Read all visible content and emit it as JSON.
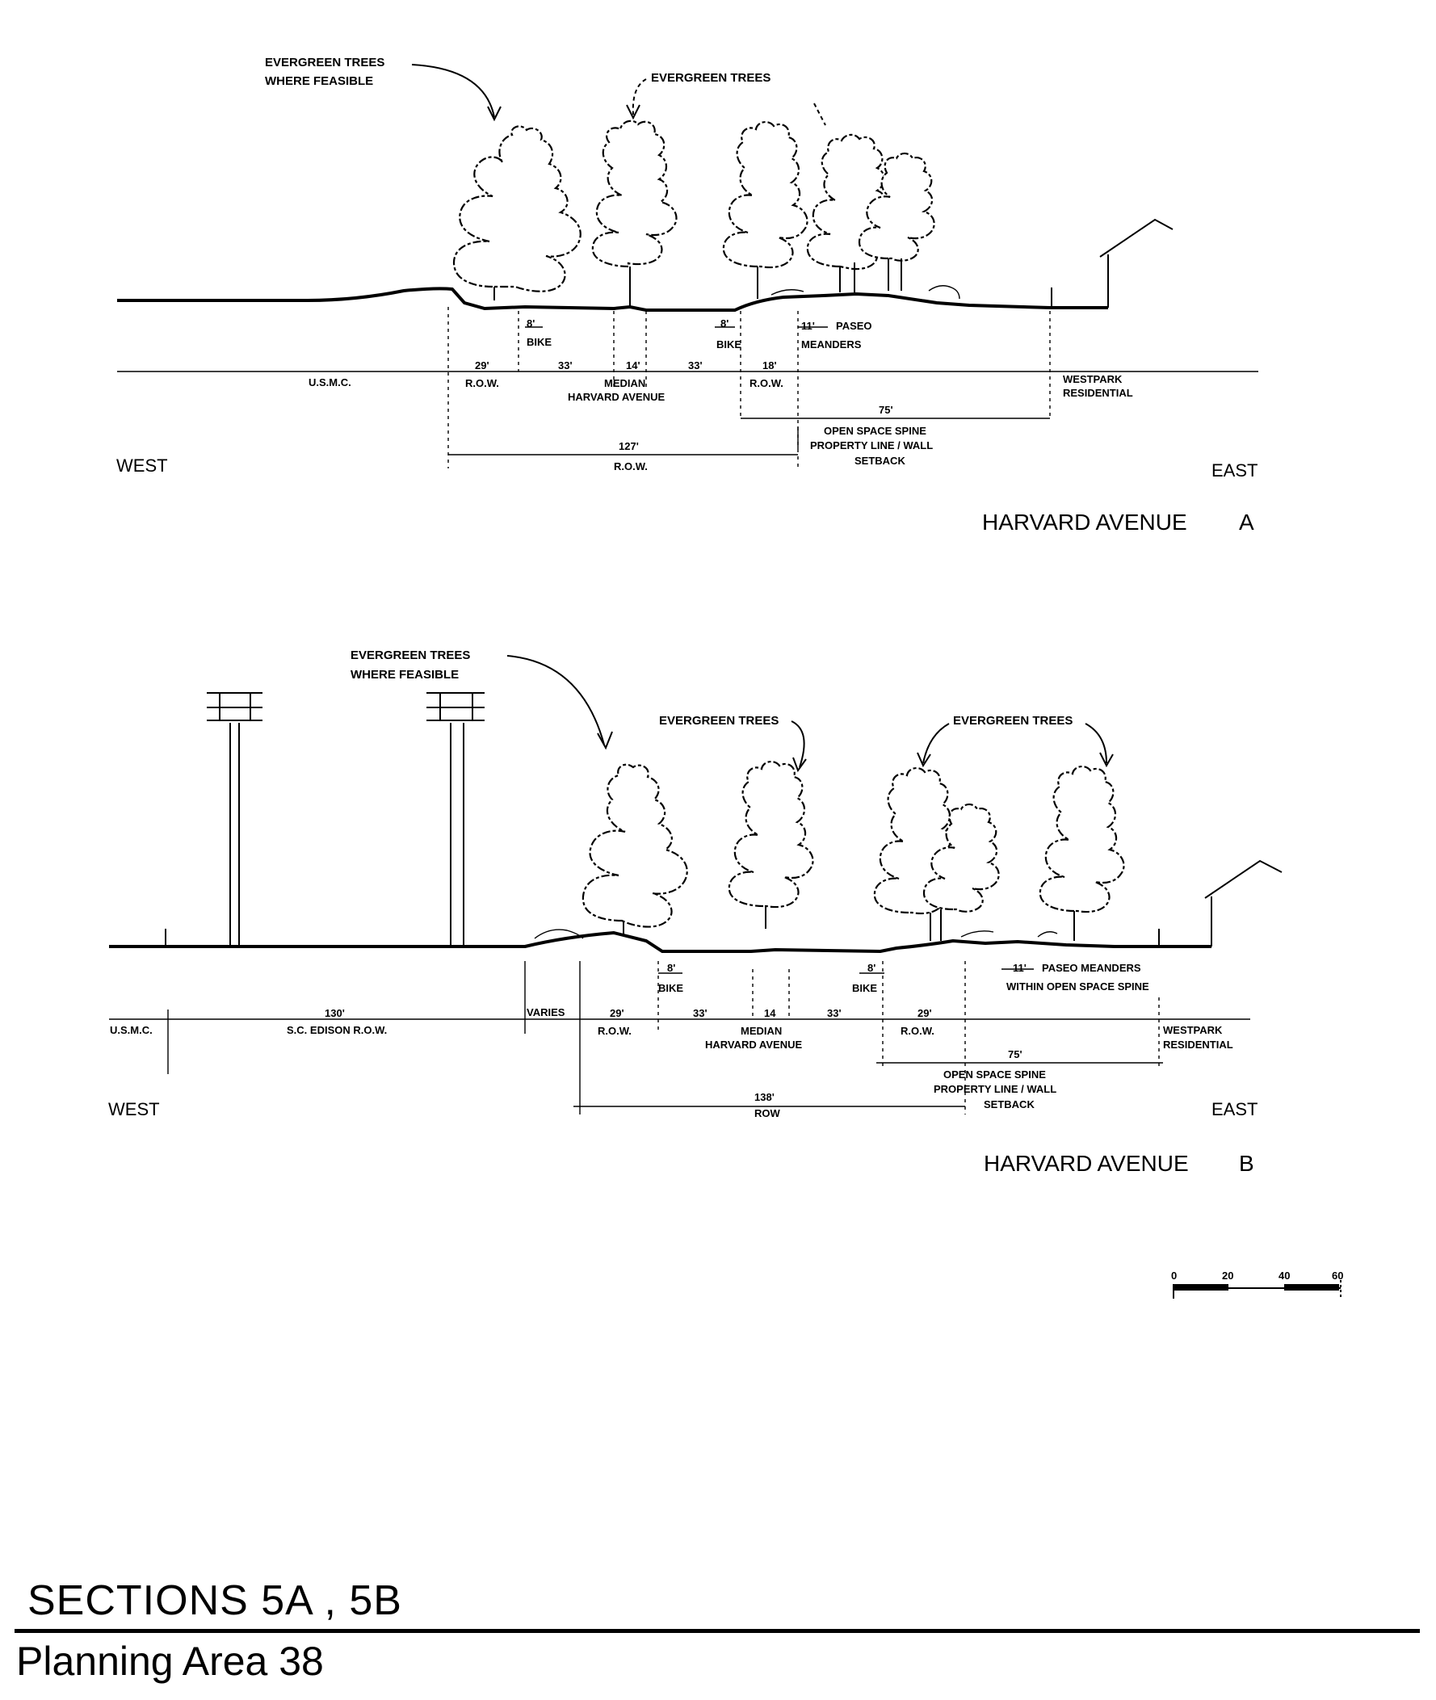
{
  "sections": {
    "a": {
      "title": "HARVARD AVENUE",
      "letter": "A",
      "west": "WEST",
      "east": "EAST",
      "callouts": {
        "trees_feasible": [
          "EVERGREEN TREES",
          "WHERE FEASIBLE"
        ],
        "trees": "EVERGREEN TREES"
      },
      "labels": {
        "usmc": "U.S.M.C.",
        "row_w_dim": "29'",
        "row_w": "R.O.W.",
        "lanes_w_dim": "33'",
        "median_dim": "14'",
        "lanes_e_dim": "33'",
        "row_e_dim": "18'",
        "row_e": "R.O.W.",
        "median": "MEDIAN",
        "avenue": "HARVARD AVENUE",
        "bike_w_dim": "8'",
        "bike_w": "BIKE",
        "bike_e_dim": "8'",
        "bike_e": "BIKE",
        "paseo_dim": "11'",
        "paseo": "PASEO",
        "meanders": "MEANDERS",
        "westpark": "WESTPARK",
        "residential": "RESIDENTIAL",
        "spine_dim": "75'",
        "spine": [
          "OPEN SPACE SPINE",
          "PROPERTY LINE / WALL",
          "SETBACK"
        ],
        "total_dim": "127'",
        "total_row": "R.O.W."
      }
    },
    "b": {
      "title": "HARVARD AVENUE",
      "letter": "B",
      "west": "WEST",
      "east": "EAST",
      "callouts": {
        "trees_feasible": [
          "EVERGREEN TREES",
          "WHERE FEASIBLE"
        ],
        "trees_1": "EVERGREEN TREES",
        "trees_2": "EVERGREEN TREES"
      },
      "labels": {
        "usmc": "U.S.M.C.",
        "edison_dim": "130'",
        "edison": "S.C. EDISON  R.O.W.",
        "varies": "VARIES",
        "row_w_dim": "29'",
        "row_w": "R.O.W.",
        "lanes_w_dim": "33'",
        "median_dim": "14",
        "lanes_e_dim": "33'",
        "row_e_dim": "29'",
        "row_e": "R.O.W.",
        "median": "MEDIAN",
        "avenue": "HARVARD AVENUE",
        "bike_w_dim": "8'",
        "bike_w": "BIKE",
        "bike_e_dim": "8'",
        "bike_e": "BIKE",
        "paseo_dim": "11'",
        "paseo": "PASEO  MEANDERS",
        "paseo_2": "WITHIN OPEN SPACE SPINE",
        "westpark": "WESTPARK",
        "residential": "RESIDENTIAL",
        "spine_dim": "75'",
        "spine": [
          "OPEN SPACE SPINE",
          "PROPERTY LINE / WALL",
          "SETBACK"
        ],
        "total_dim": "138'",
        "total_row": "ROW"
      }
    }
  },
  "scale_bar": {
    "ticks": [
      "0",
      "20",
      "40",
      "60"
    ]
  },
  "footer": {
    "title": "SECTIONS  5A , 5B",
    "subtitle": "Planning Area 38"
  },
  "colors": {
    "ink": "#000000",
    "paper": "#ffffff"
  }
}
